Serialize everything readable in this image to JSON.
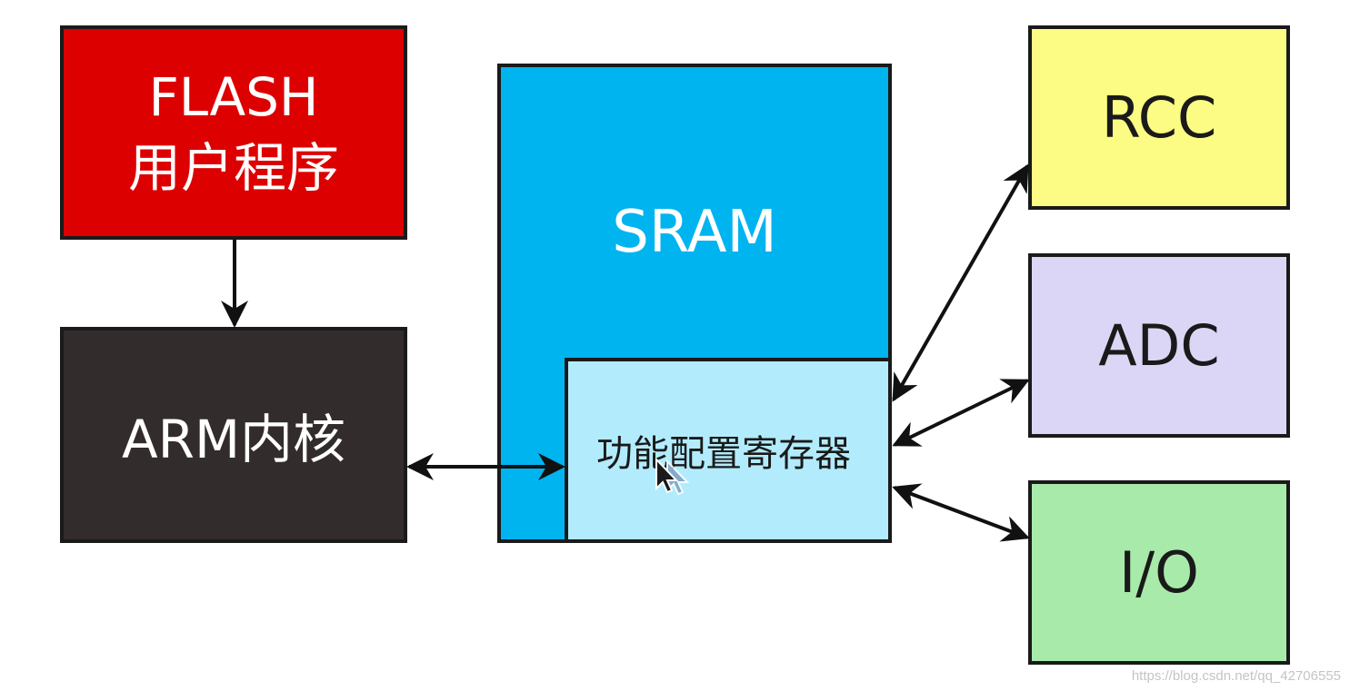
{
  "flash": {
    "line1": "FLASH",
    "line2": "用户程序",
    "color": "#dd0000"
  },
  "arm": {
    "label": "ARM内核",
    "color": "#332c2c"
  },
  "sram": {
    "label": "SRAM",
    "color": "#00b4f0"
  },
  "register": {
    "label": "功能配置寄存器",
    "color": "#b2ecfc"
  },
  "peripherals": {
    "rcc": {
      "label": "RCC",
      "color": "#fcfc84"
    },
    "adc": {
      "label": "ADC",
      "color": "#dcd6f6"
    },
    "io": {
      "label": "I/O",
      "color": "#a8eaaa"
    }
  },
  "watermark": "https://blog.csdn.net/qq_42706555",
  "icons": {
    "cursor": "mouse-pointer-icon"
  }
}
